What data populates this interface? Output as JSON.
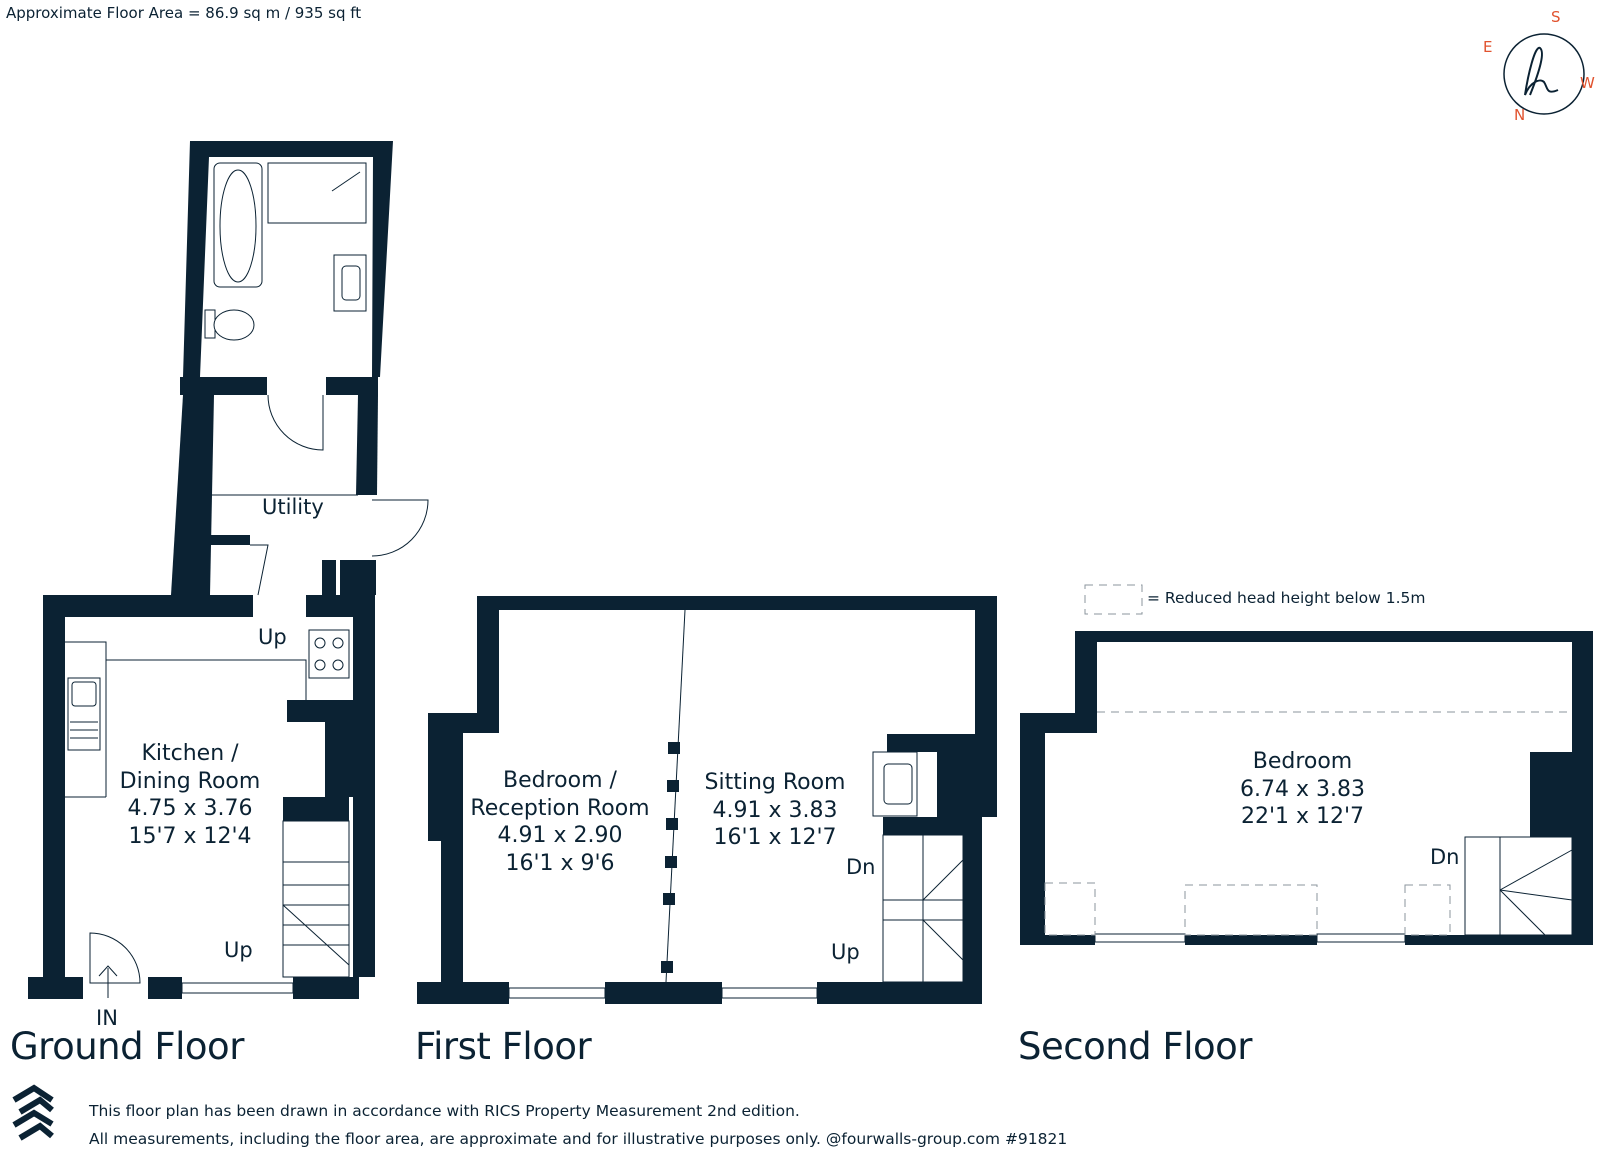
{
  "header": {
    "floor_area": "Approximate Floor Area = 86.9 sq m / 935 sq ft"
  },
  "compass": {
    "south": "S",
    "east": "E",
    "west": "W",
    "north": "N",
    "color": "#e1532f"
  },
  "legend": {
    "reduced_head_height": "= Reduced head height below 1.5m"
  },
  "floors": {
    "ground": {
      "title": "Ground Floor",
      "utility": "Utility",
      "kitchen": {
        "name1": "Kitchen /",
        "name2": "Dining Room",
        "metric": "4.75 x 3.76",
        "imperial": "15'7 x 12'4"
      },
      "up_top": "Up",
      "up_stairs": "Up",
      "entrance": "IN"
    },
    "first": {
      "title": "First Floor",
      "bedroom": {
        "name1": "Bedroom /",
        "name2": "Reception Room",
        "metric": "4.91 x 2.90",
        "imperial": "16'1 x 9'6"
      },
      "sitting": {
        "name": "Sitting Room",
        "metric": "4.91 x 3.83",
        "imperial": "16'1 x 12'7"
      },
      "down": "Dn",
      "up": "Up"
    },
    "second": {
      "title": "Second Floor",
      "bedroom": {
        "name": "Bedroom",
        "metric": "6.74 x 3.83",
        "imperial": "22'1 x 12'7"
      },
      "down": "Dn"
    }
  },
  "footer": {
    "line1": "This floor plan has been drawn in accordance with RICS Property Measurement 2nd edition.",
    "line2": "All measurements, including the floor area, are approximate and for illustrative purposes only. @fourwalls-group.com #91821"
  },
  "colors": {
    "wall": "#0b2233",
    "accent": "#e1532f",
    "dashed": "#8b969e"
  }
}
